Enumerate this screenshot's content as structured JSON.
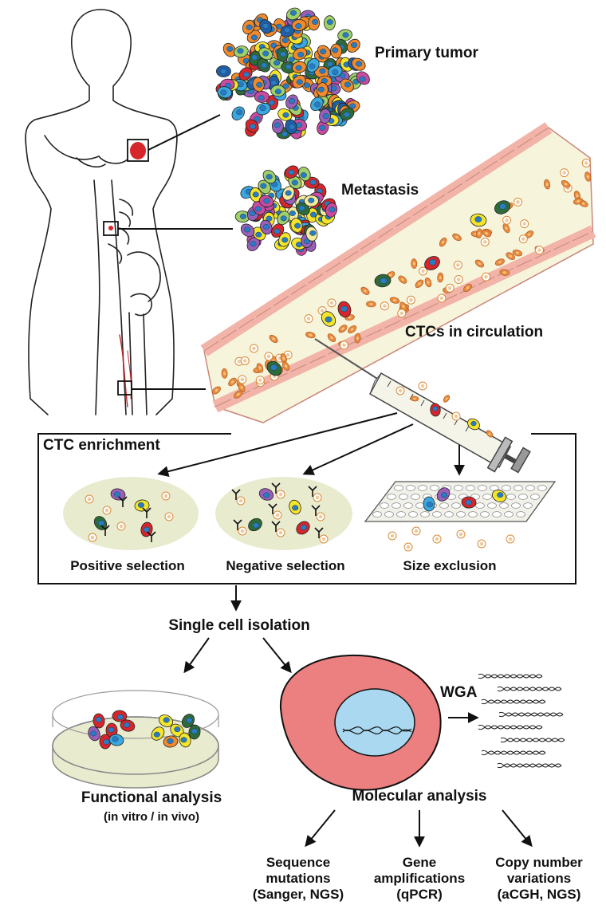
{
  "labels": {
    "primary_tumor": "Primary tumor",
    "metastasis": "Metastasis",
    "ctcs_circulation": "CTCs in circulation",
    "ctc_enrichment": "CTC enrichment",
    "positive_selection": "Positive selection",
    "negative_selection": "Negative selection",
    "size_exclusion": "Size exclusion",
    "single_cell_isolation": "Single cell isolation",
    "wga": "WGA",
    "functional_analysis": "Functional analysis",
    "functional_sub": "(in vitro / in vivo)",
    "molecular_analysis": "Molecular analysis",
    "sequence_1": "Sequence",
    "sequence_2": "mutations",
    "sequence_3": "(Sanger, NGS)",
    "gene_1": "Gene",
    "gene_2": "amplifications",
    "gene_3": "(qPCR)",
    "copy_1": "Copy number",
    "copy_2": "variations",
    "copy_3": "(aCGH, NGS)"
  },
  "colors": {
    "tumor_orange": "#f08a2c",
    "red": "#d7262b",
    "yellow": "#f5e52a",
    "green": "#2e6b3a",
    "purple": "#9a5fb8",
    "magenta": "#c94ba0",
    "blue": "#3aa7e0",
    "darkblue": "#1f5fa8",
    "lightgreen": "#9fd06a",
    "vessel_fill": "#f7f4dc",
    "vessel_wall": "#f2b3a8",
    "cell_pink": "#ec7f7f",
    "nucleus_blue": "#a9d8f0",
    "oval_fill": "#e9ebcf"
  }
}
